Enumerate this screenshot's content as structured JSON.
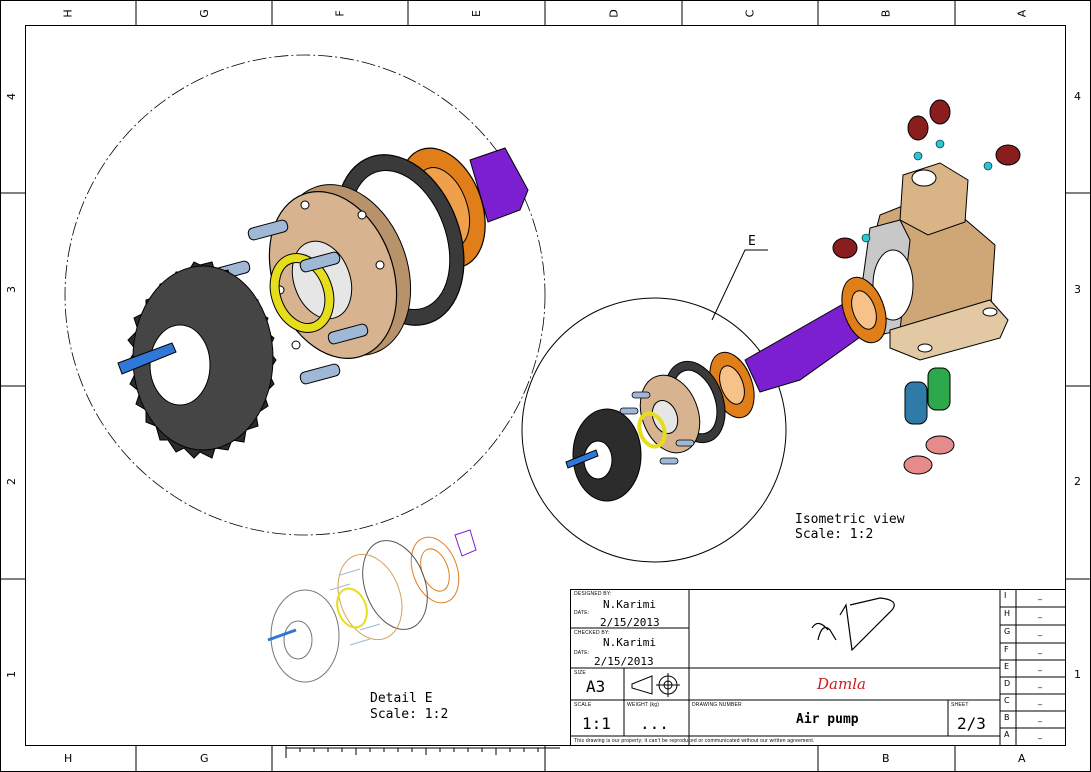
{
  "drawing": {
    "zones": {
      "columns": [
        "H",
        "G",
        "F",
        "E",
        "D",
        "C",
        "B",
        "A"
      ],
      "rows": [
        "4",
        "3",
        "2",
        "1"
      ]
    },
    "views": {
      "isometric": {
        "title": "Isometric view",
        "scale": "Scale:  1:2"
      },
      "detail": {
        "title": "Detail E",
        "scale": "Scale:  1:2",
        "callout": "E"
      }
    }
  },
  "title_block": {
    "designed_by_label": "DESIGNED BY:",
    "designer": "N.Karimi",
    "date_label": "DATE:",
    "design_date": "2/15/2013",
    "checked_by_label": "CHECKED BY:",
    "checker": "N.Karimi",
    "check_date": "2/15/2013",
    "size_label": "SIZE",
    "size": "A3",
    "scale_label": "SCALE",
    "scale": "1:1",
    "weight_label": "WEIGHT (kg)",
    "weight": "...",
    "drawing_number_label": "DRAWING NUMBER",
    "drawing_title": "Air pump",
    "sheet_label": "SHEET",
    "sheet": "2/3",
    "company": "Damla",
    "footer": "This drawing is our property; it can't be reproduced or communicated without our written agreement.",
    "revisions": {
      "letters": [
        "I",
        "H",
        "G",
        "F",
        "E",
        "D",
        "C",
        "B",
        "A"
      ],
      "values": [
        "_",
        "_",
        "_",
        "_",
        "_",
        "_",
        "_",
        "_",
        "_"
      ]
    }
  },
  "colors": {
    "gear": "#3a3a3a",
    "shaft": "#7b1fd1",
    "flange": "#d7b48f",
    "bearing": "#e07e1a",
    "ring": "#e6de1c",
    "bolt": "#9fb8d6",
    "key": "#2f78d8",
    "housing": "#cfa676",
    "cap": "#8a1d1d",
    "spring": "#2da84a",
    "plug": "#e58b8b",
    "ball": "#29c6d6"
  }
}
